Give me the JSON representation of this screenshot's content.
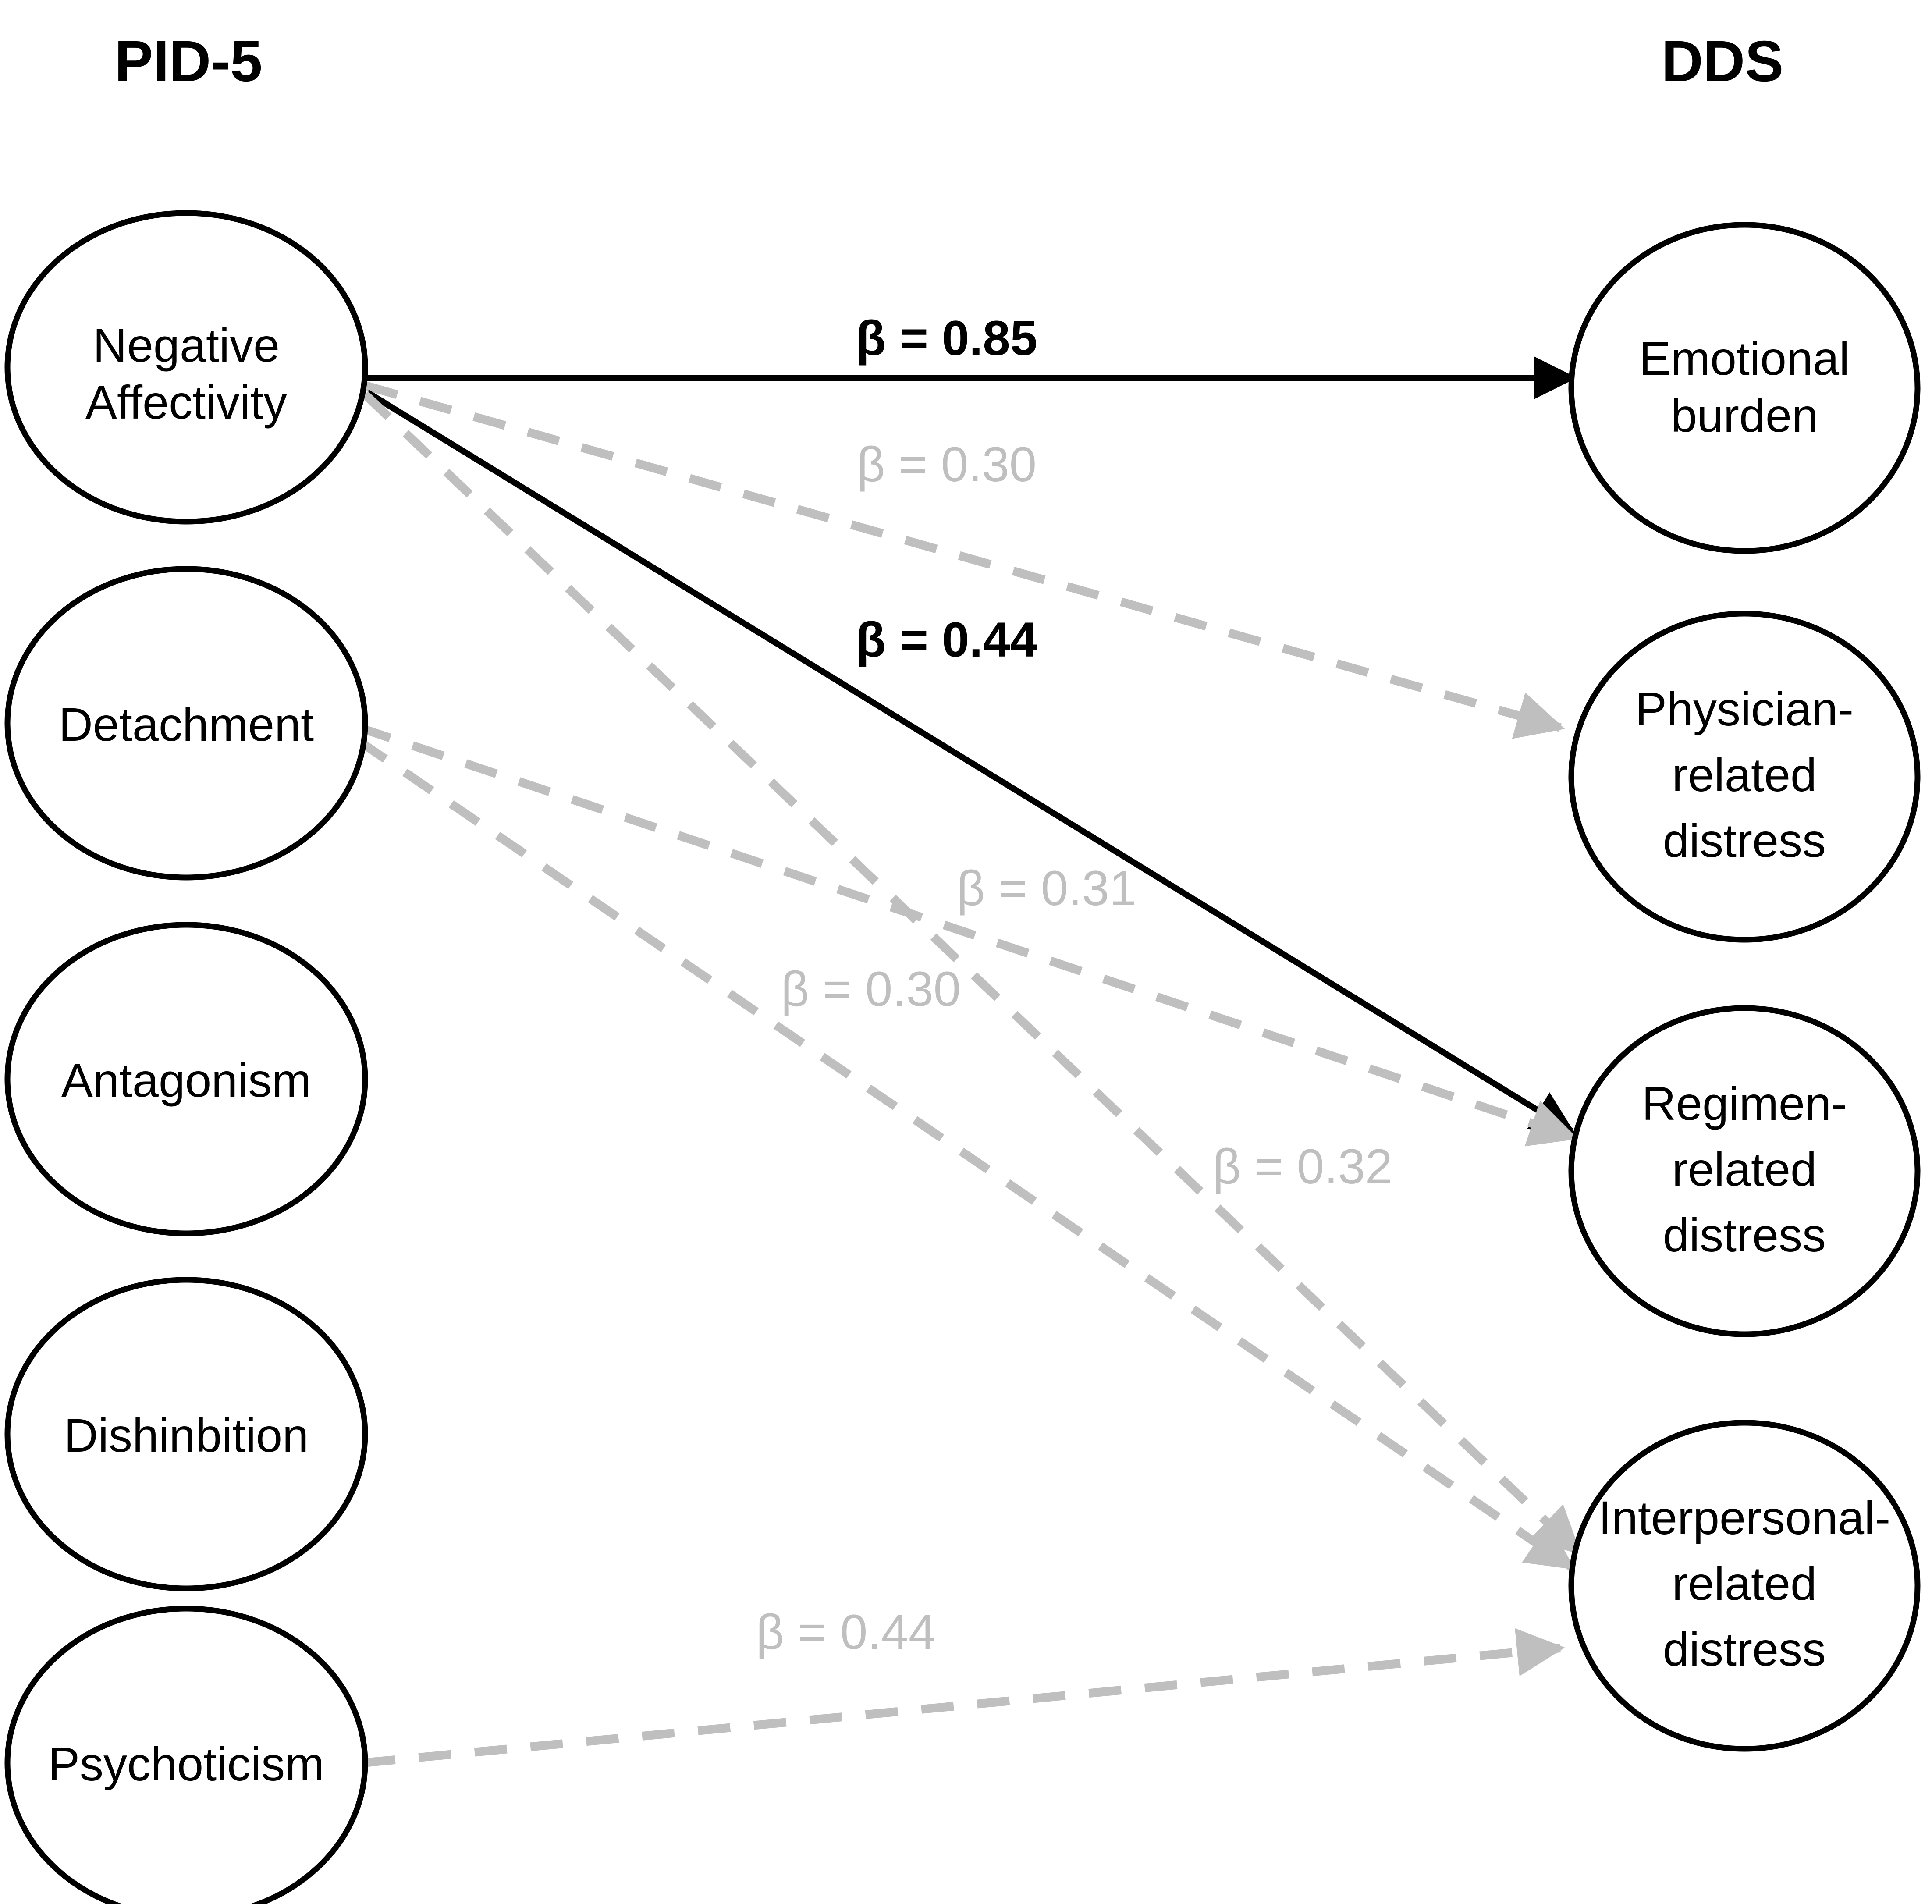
{
  "figure": {
    "type": "path-diagram",
    "background_color": "#ffffff",
    "strong_color": "#000000",
    "weak_color": "#bfbfbf"
  },
  "columns": {
    "left_header": "PID-5",
    "right_header": "DDS"
  },
  "pid5_nodes": [
    {
      "id": "negative-affectivity",
      "line1": "Negative",
      "line2": "Affectivity",
      "line3": ""
    },
    {
      "id": "detachment",
      "line1": "Detachment",
      "line2": "",
      "line3": ""
    },
    {
      "id": "antagonism",
      "line1": "Antagonism",
      "line2": "",
      "line3": ""
    },
    {
      "id": "dishinbition",
      "line1": "Dishinbition",
      "line2": "",
      "line3": ""
    },
    {
      "id": "psychoticism",
      "line1": "Psychoticism",
      "line2": "",
      "line3": ""
    }
  ],
  "dds_nodes": [
    {
      "id": "emotional-burden",
      "line1": "Emotional",
      "line2": "burden",
      "line3": ""
    },
    {
      "id": "physician-related-distress",
      "line1": "Physician-",
      "line2": "related",
      "line3": "distress"
    },
    {
      "id": "regimen-related-distress",
      "line1": "Regimen-",
      "line2": "related",
      "line3": "distress"
    },
    {
      "id": "interpersonal-related-distress",
      "line1": "Interpersonal-",
      "line2": "related",
      "line3": "distress"
    }
  ],
  "paths": [
    {
      "id": "na-to-emotional",
      "from": "Negative Affectivity",
      "to": "Emotional burden",
      "label": "β = 0.85",
      "style": "solid",
      "emphasis": "strong"
    },
    {
      "id": "na-to-physician",
      "from": "Negative Affectivity",
      "to": "Physician-related distress",
      "label": "β = 0.30",
      "style": "dashed",
      "emphasis": "weak"
    },
    {
      "id": "na-to-regimen",
      "from": "Negative Affectivity",
      "to": "Regimen-related distress",
      "label": "β = 0.44",
      "style": "solid",
      "emphasis": "strong"
    },
    {
      "id": "na-to-interpersonal",
      "from": "Negative Affectivity",
      "to": "Interpersonal-related distress",
      "label": "β = 0.31",
      "style": "dashed",
      "emphasis": "weak"
    },
    {
      "id": "det-to-regimen",
      "from": "Detachment",
      "to": "Regimen-related distress",
      "label": "β = 0.32",
      "style": "dashed",
      "emphasis": "weak"
    },
    {
      "id": "det-to-interpersonal",
      "from": "Detachment",
      "to": "Interpersonal-related distress",
      "label": "β = 0.30",
      "style": "dashed",
      "emphasis": "weak"
    },
    {
      "id": "psy-to-interpersonal",
      "from": "Psychoticism",
      "to": "Interpersonal-related distress",
      "label": "β = 0.44",
      "style": "dashed",
      "emphasis": "weak"
    }
  ],
  "chart_data": {
    "type": "diagram",
    "title": "",
    "predictors": [
      "Negative Affectivity",
      "Detachment",
      "Antagonism",
      "Dishinbition",
      "Psychoticism"
    ],
    "outcomes": [
      "Emotional burden",
      "Physician-related distress",
      "Regimen-related distress",
      "Interpersonal-related distress"
    ],
    "edges": [
      {
        "source": "Negative Affectivity",
        "target": "Emotional burden",
        "beta": 0.85,
        "significant_strong": true
      },
      {
        "source": "Negative Affectivity",
        "target": "Physician-related distress",
        "beta": 0.3,
        "significant_strong": false
      },
      {
        "source": "Negative Affectivity",
        "target": "Regimen-related distress",
        "beta": 0.44,
        "significant_strong": true
      },
      {
        "source": "Negative Affectivity",
        "target": "Interpersonal-related distress",
        "beta": 0.31,
        "significant_strong": false
      },
      {
        "source": "Detachment",
        "target": "Regimen-related distress",
        "beta": 0.32,
        "significant_strong": false
      },
      {
        "source": "Detachment",
        "target": "Interpersonal-related distress",
        "beta": 0.3,
        "significant_strong": false
      },
      {
        "source": "Psychoticism",
        "target": "Interpersonal-related distress",
        "beta": 0.44,
        "significant_strong": false
      }
    ]
  }
}
